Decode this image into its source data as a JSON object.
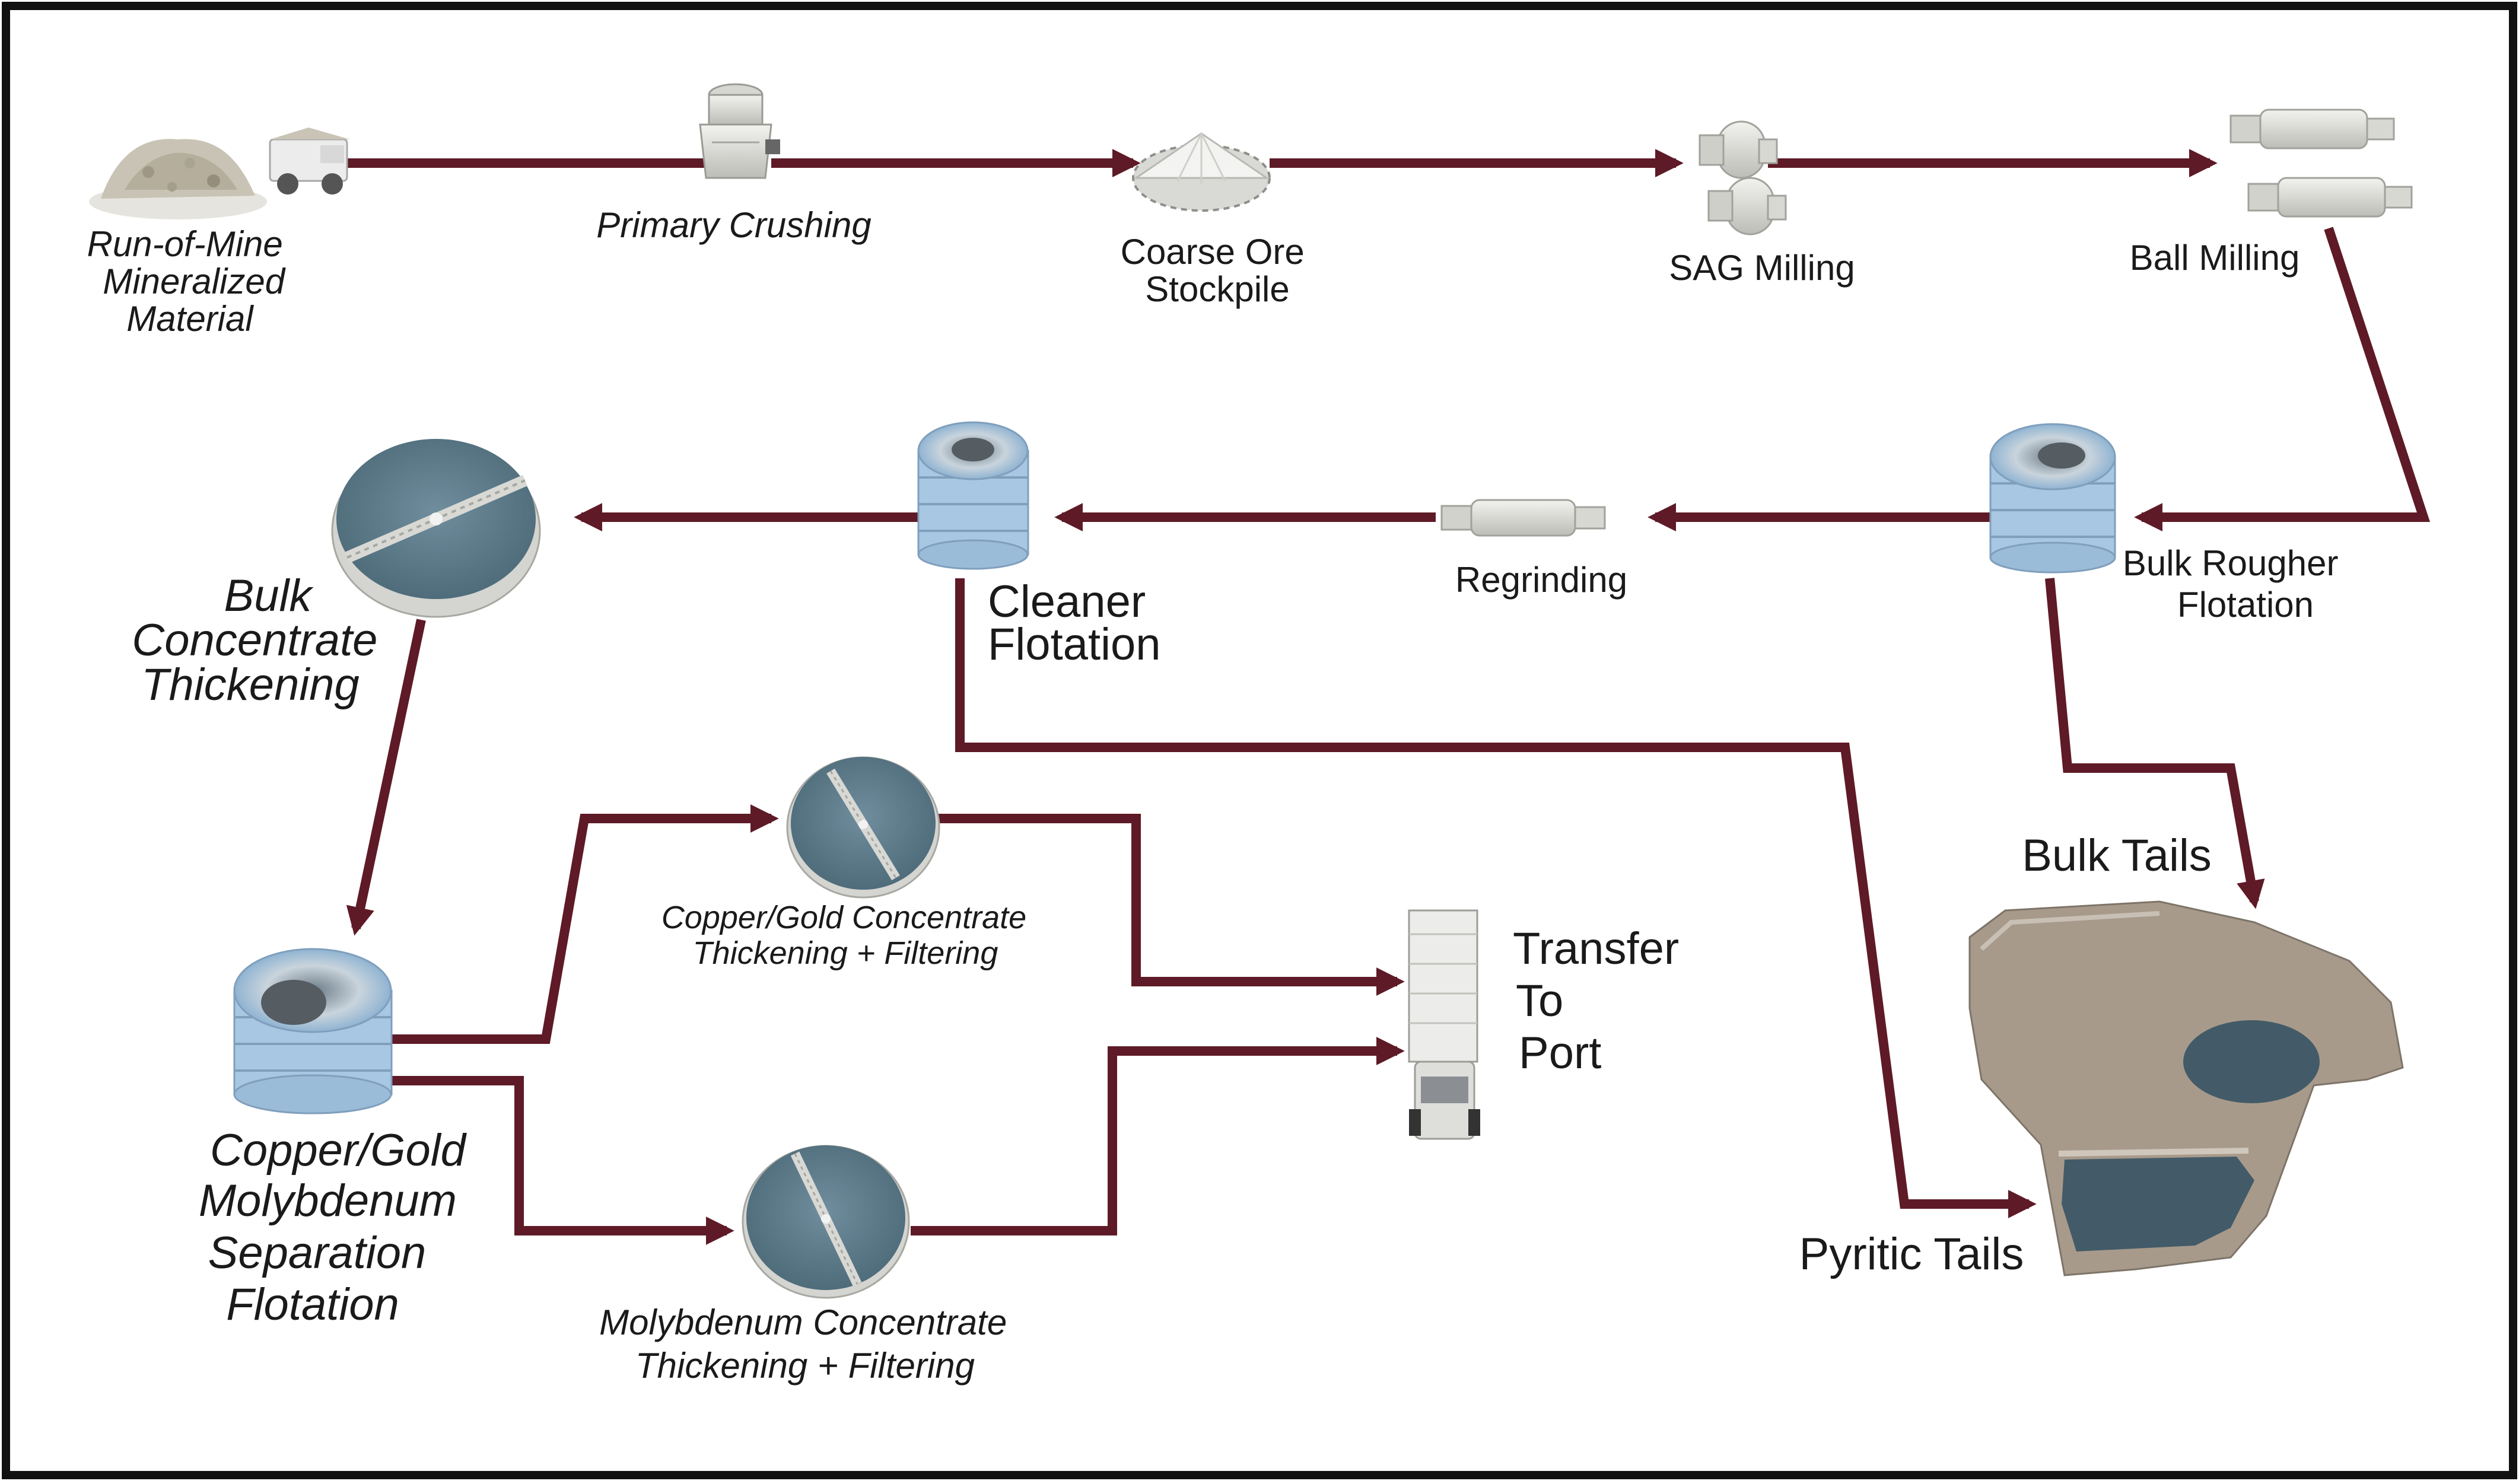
{
  "colors": {
    "flow_line": "#5e1a26",
    "border": "#111111",
    "tank_blue": "#9fc2df",
    "thickener_water": "#5d7c8b",
    "tailings_ground": "#a89a8b",
    "tailings_water": "#435b68"
  },
  "stages": {
    "rom": {
      "label_lines": [
        "Run-of-Mine",
        "Mineralized",
        "Material"
      ],
      "icons": [
        "ore-pile-icon",
        "haul-truck-icon"
      ]
    },
    "primary_crushing": {
      "label": "Primary Crushing",
      "icon": "crusher-icon"
    },
    "coarse_ore_stockpile": {
      "label_lines": [
        "Coarse Ore",
        "Stockpile"
      ],
      "icon": "stockpile-dome-icon"
    },
    "sag_milling": {
      "label": "SAG Milling",
      "icon": "sag-mill-icon"
    },
    "ball_milling": {
      "label": "Ball Milling",
      "icon": "ball-mill-icon"
    },
    "bulk_rougher_flotation": {
      "label_lines": [
        "Bulk Rougher",
        "Flotation"
      ],
      "icon": "flotation-tank-icon"
    },
    "regrinding": {
      "label": "Regrinding",
      "icon": "regrind-mill-icon"
    },
    "cleaner_flotation": {
      "label_lines": [
        "Cleaner",
        "Flotation"
      ],
      "icon": "flotation-tank-icon"
    },
    "bulk_concentrate_thickening": {
      "label_lines": [
        "Bulk",
        "Concentrate",
        "Thickening"
      ],
      "icon": "thickener-icon"
    },
    "separation_flotation": {
      "label_lines": [
        "Copper/Gold",
        "Molybdenum",
        "Separation",
        "Flotation"
      ],
      "icon": "flotation-tank-icon"
    },
    "cu_au_thickening": {
      "label_lines": [
        "Copper/Gold Concentrate",
        "Thickening + Filtering"
      ],
      "icon": "thickener-icon"
    },
    "mo_thickening": {
      "label_lines": [
        "Molybdenum Concentrate",
        "Thickening + Filtering"
      ],
      "icon": "thickener-icon"
    },
    "transfer_to_port": {
      "label_lines": [
        "Transfer",
        "To",
        "Port"
      ],
      "icon": "transport-truck-icon"
    },
    "bulk_tails": {
      "label": "Bulk Tails",
      "icon": "tailings-pond-icon"
    },
    "pyritic_tails": {
      "label": "Pyritic Tails",
      "icon": "tailings-pond-icon"
    }
  }
}
